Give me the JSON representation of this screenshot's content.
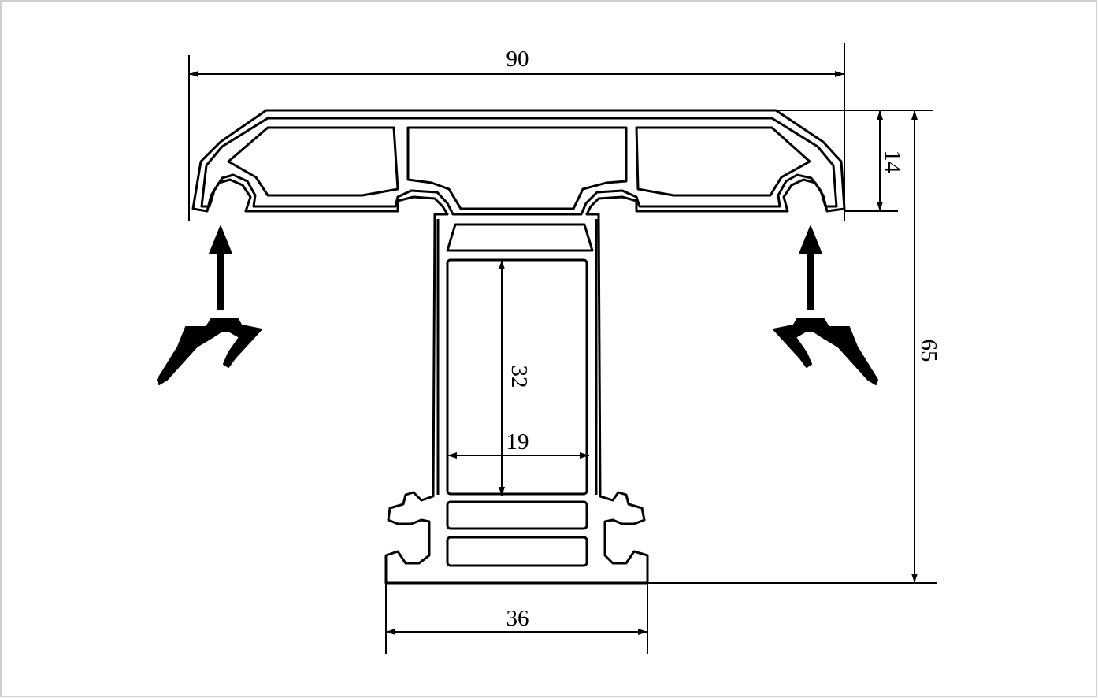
{
  "diagram": {
    "dimensions": {
      "overall_width": "90",
      "flange_height": "14",
      "total_height": "65",
      "inner_height": "32",
      "inner_width": "19",
      "base_width": "36"
    },
    "colors": {
      "line": "#000000",
      "background": "#ffffff",
      "border": "#cfcfcf"
    }
  }
}
